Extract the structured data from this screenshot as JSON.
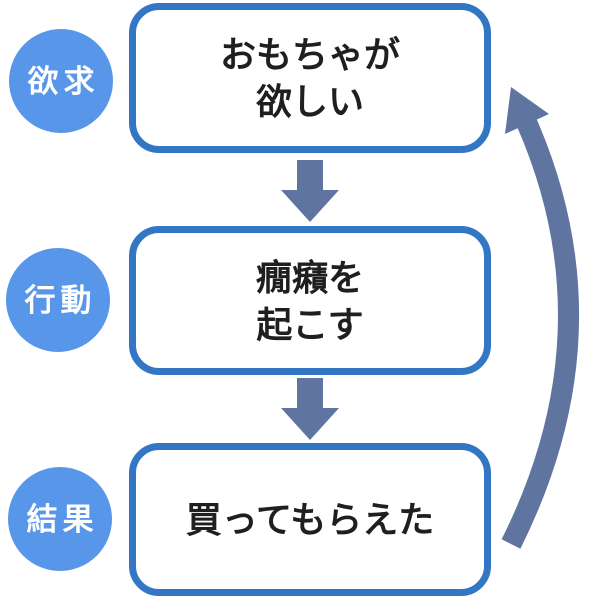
{
  "diagram": {
    "type": "cycle-flowchart",
    "stages": [
      {
        "label": "欲求",
        "box_text": "おもちゃが\n欲しい"
      },
      {
        "label": "行動",
        "box_text": "癇癪を\n起こす"
      },
      {
        "label": "結果",
        "box_text": "買ってもらえた"
      }
    ],
    "connectors": [
      {
        "name": "down-arrow-1",
        "from": "おもちゃが欲しい",
        "to": "癇癪を起こす",
        "style": "block-down-arrow"
      },
      {
        "name": "down-arrow-2",
        "from": "癇癪を起こす",
        "to": "買ってもらえた",
        "style": "block-down-arrow"
      },
      {
        "name": "feedback-arrow",
        "from": "買ってもらえた",
        "to": "おもちゃが欲しい",
        "style": "curved-up-arrow"
      }
    ],
    "colors": {
      "stage_circle_fill": "#5896ea",
      "stage_label_text": "#ffffff",
      "box_border": "#3377c4",
      "box_fill": "#ffffff",
      "box_text": "#1f1f1f",
      "arrow_fill": "#5f75a0",
      "background": "#ffffff"
    }
  }
}
